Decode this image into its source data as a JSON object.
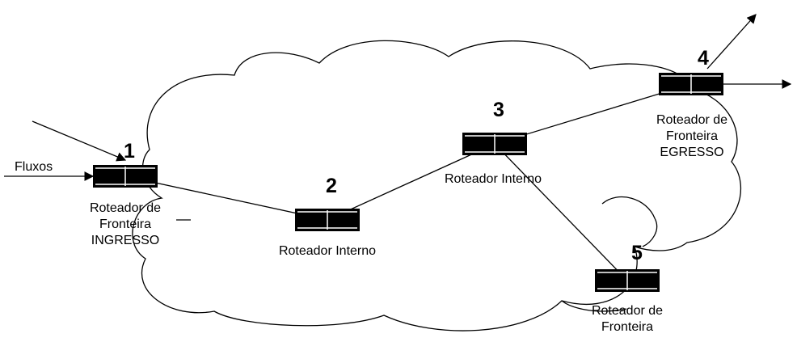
{
  "inbound_flow_label": "Fluxos",
  "routers": [
    {
      "id": "1",
      "number": "1",
      "label_lines": [
        "Roteador de",
        "Fronteira",
        "INGRESSO"
      ]
    },
    {
      "id": "2",
      "number": "2",
      "label_lines": [
        "Roteador Interno"
      ]
    },
    {
      "id": "3",
      "number": "3",
      "label_lines": [
        "Roteador Interno"
      ]
    },
    {
      "id": "4",
      "number": "4",
      "label_lines": [
        "Roteador de",
        "Fronteira",
        "EGRESSO"
      ]
    },
    {
      "id": "5",
      "number": "5",
      "label_lines": [
        "Roteador de",
        "Fronteira"
      ]
    }
  ],
  "links": [
    {
      "from": "1",
      "to": "2"
    },
    {
      "from": "2",
      "to": "3"
    },
    {
      "from": "3",
      "to": "4"
    },
    {
      "from": "3",
      "to": "5"
    }
  ]
}
